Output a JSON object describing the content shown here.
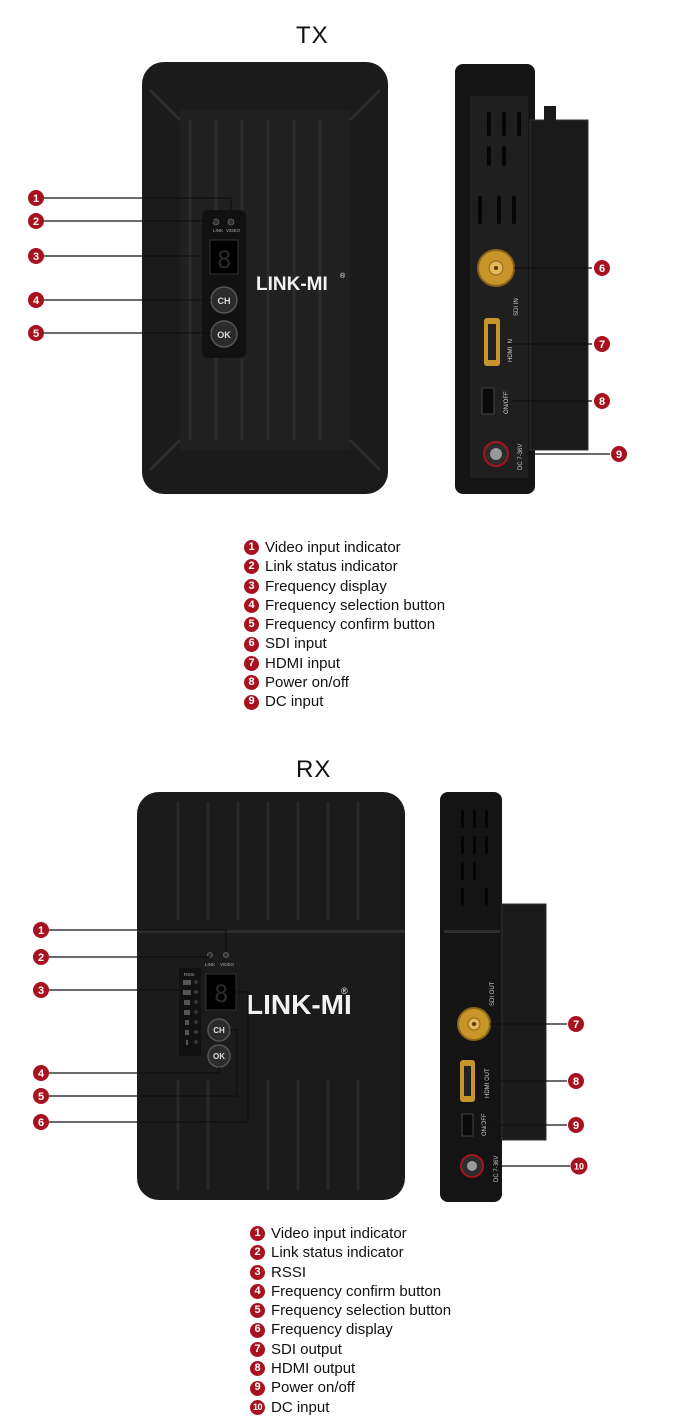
{
  "tx": {
    "title": "TX",
    "brand": "LINK-MI",
    "led_labels": [
      "LINK",
      "VIDEO"
    ],
    "buttons": [
      "CH",
      "OK"
    ],
    "port_labels": [
      "SDI IN",
      "HDMI IN",
      "ON/OFF",
      "DC 7-36V"
    ],
    "legend": [
      {
        "num": "1",
        "label": "Video input indicator"
      },
      {
        "num": "2",
        "label": "Link status indicator"
      },
      {
        "num": "3",
        "label": "Frequency display"
      },
      {
        "num": "4",
        "label": "Frequency selection button"
      },
      {
        "num": "5",
        "label": "Frequency confirm button"
      },
      {
        "num": "6",
        "label": "SDI input"
      },
      {
        "num": "7",
        "label": "HDMI input"
      },
      {
        "num": "8",
        "label": "Power on/off"
      },
      {
        "num": "9",
        "label": "DC input"
      }
    ]
  },
  "rx": {
    "title": "RX",
    "brand": "LINK-MI",
    "led_labels": [
      "LINK",
      "VIDEO"
    ],
    "rssi_label": "RSSI",
    "buttons": [
      "CH",
      "OK"
    ],
    "port_labels": [
      "SDI OUT",
      "HDMI OUT",
      "ON/OFF",
      "DC 7-36V"
    ],
    "legend": [
      {
        "num": "1",
        "label": "Video input indicator"
      },
      {
        "num": "2",
        "label": "Link status indicator"
      },
      {
        "num": "3",
        "label": "RSSI"
      },
      {
        "num": "4",
        "label": "Frequency confirm button"
      },
      {
        "num": "5",
        "label": "Frequency selection button"
      },
      {
        "num": "6",
        "label": "Frequency display"
      },
      {
        "num": "7",
        "label": "SDI output"
      },
      {
        "num": "8",
        "label": "HDMI output"
      },
      {
        "num": "9",
        "label": "Power on/off"
      },
      {
        "num": "10",
        "label": "DC input"
      }
    ]
  },
  "colors": {
    "callout": "#a8121f",
    "device": "#1b1b1b",
    "sdi_gold": "#c8952a"
  }
}
